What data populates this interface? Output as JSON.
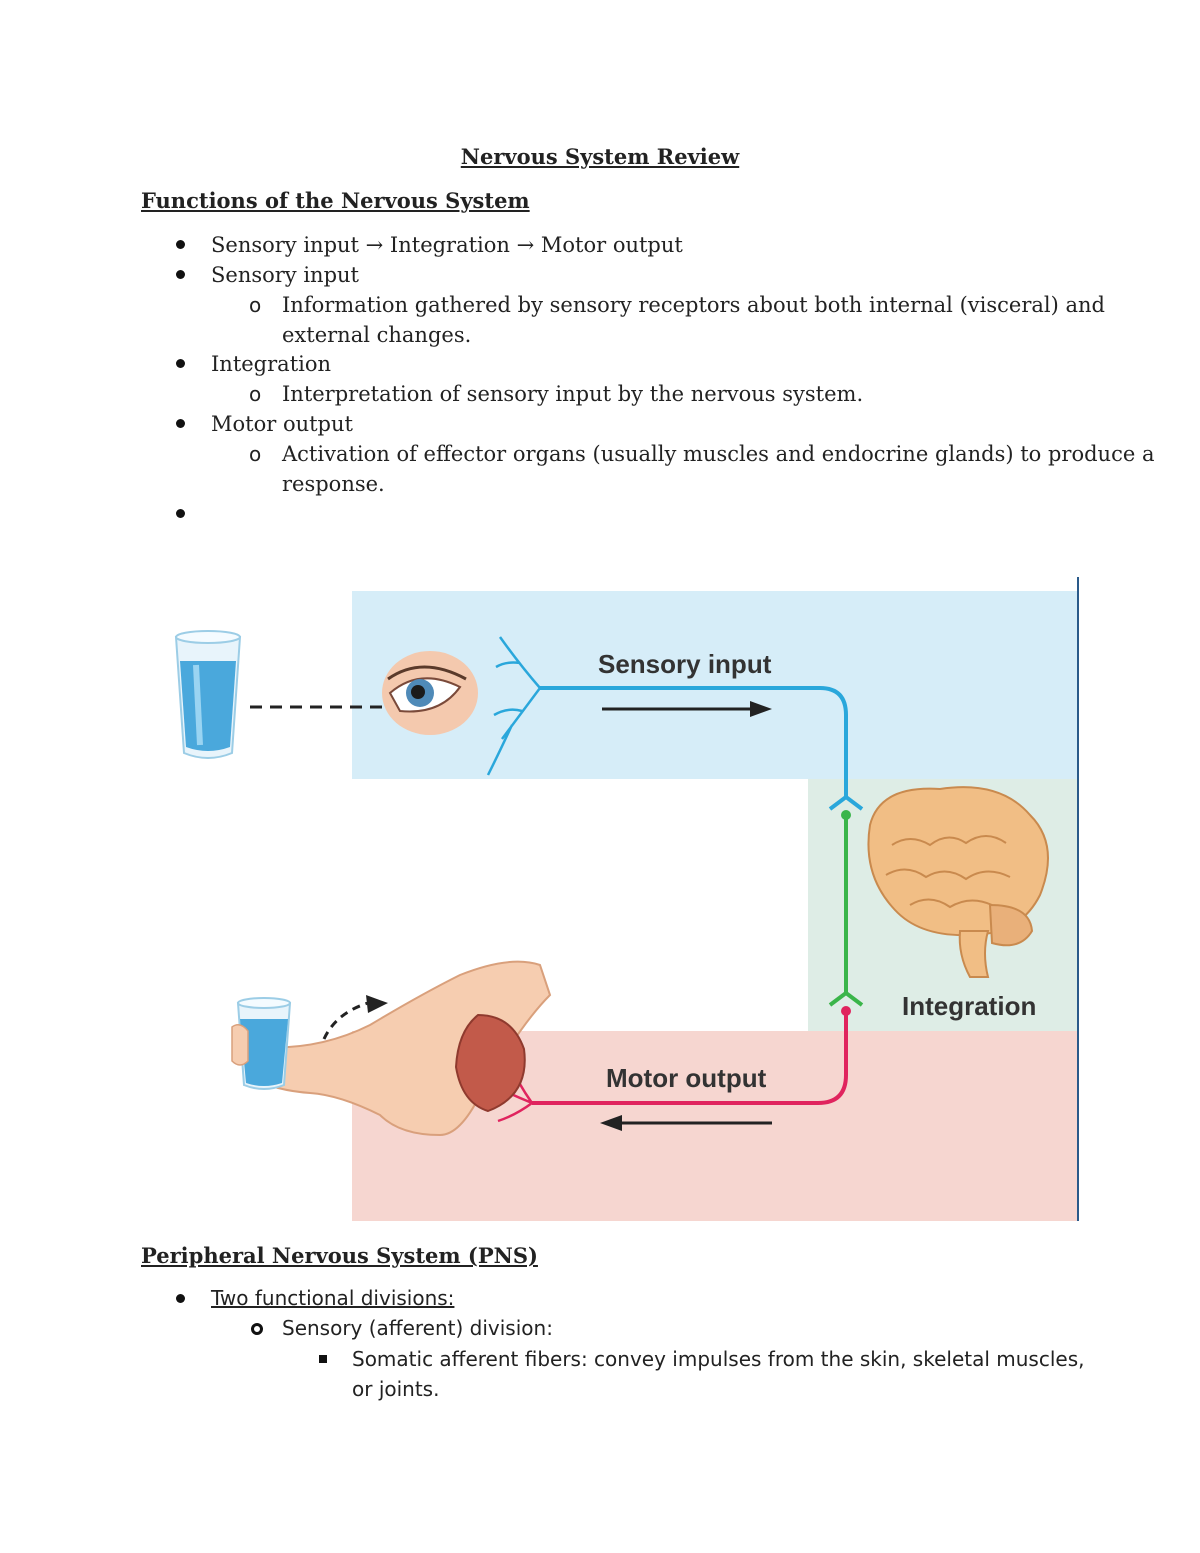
{
  "document": {
    "title": "Nervous System Review",
    "functions": {
      "heading": "Functions of the Nervous System",
      "items": [
        {
          "text": "Sensory input → Integration → Motor output"
        },
        {
          "text": "Sensory input",
          "sub": [
            "Information gathered by sensory receptors about both internal (visceral) and",
            "external changes."
          ]
        },
        {
          "text": "Integration",
          "sub": [
            "Interpretation of sensory input by the nervous system."
          ]
        },
        {
          "text": "Motor output",
          "sub": [
            "Activation of effector organs (usually muscles and endocrine glands) to produce a",
            "response."
          ]
        },
        {
          "text": ""
        }
      ]
    },
    "figure": {
      "sensory_label": "Sensory input",
      "integration_label": "Integration",
      "motor_label": "Motor output",
      "colors": {
        "sensory_panel": "#d6edf8",
        "integration_panel": "#deede6",
        "motor_panel": "#f6d6d0",
        "sensory_nerve": "#2aa7db",
        "integration_nerve": "#3ab54a",
        "motor_nerve": "#e0245e"
      }
    },
    "pns": {
      "heading": "Peripheral Nervous System (PNS)",
      "item1": "Two functional divisions:",
      "sub1": "Sensory (afferent) division:",
      "subsub1_line1": "Somatic afferent fibers: convey impulses from the skin, skeletal muscles,",
      "subsub1_line2": "or joints."
    }
  }
}
